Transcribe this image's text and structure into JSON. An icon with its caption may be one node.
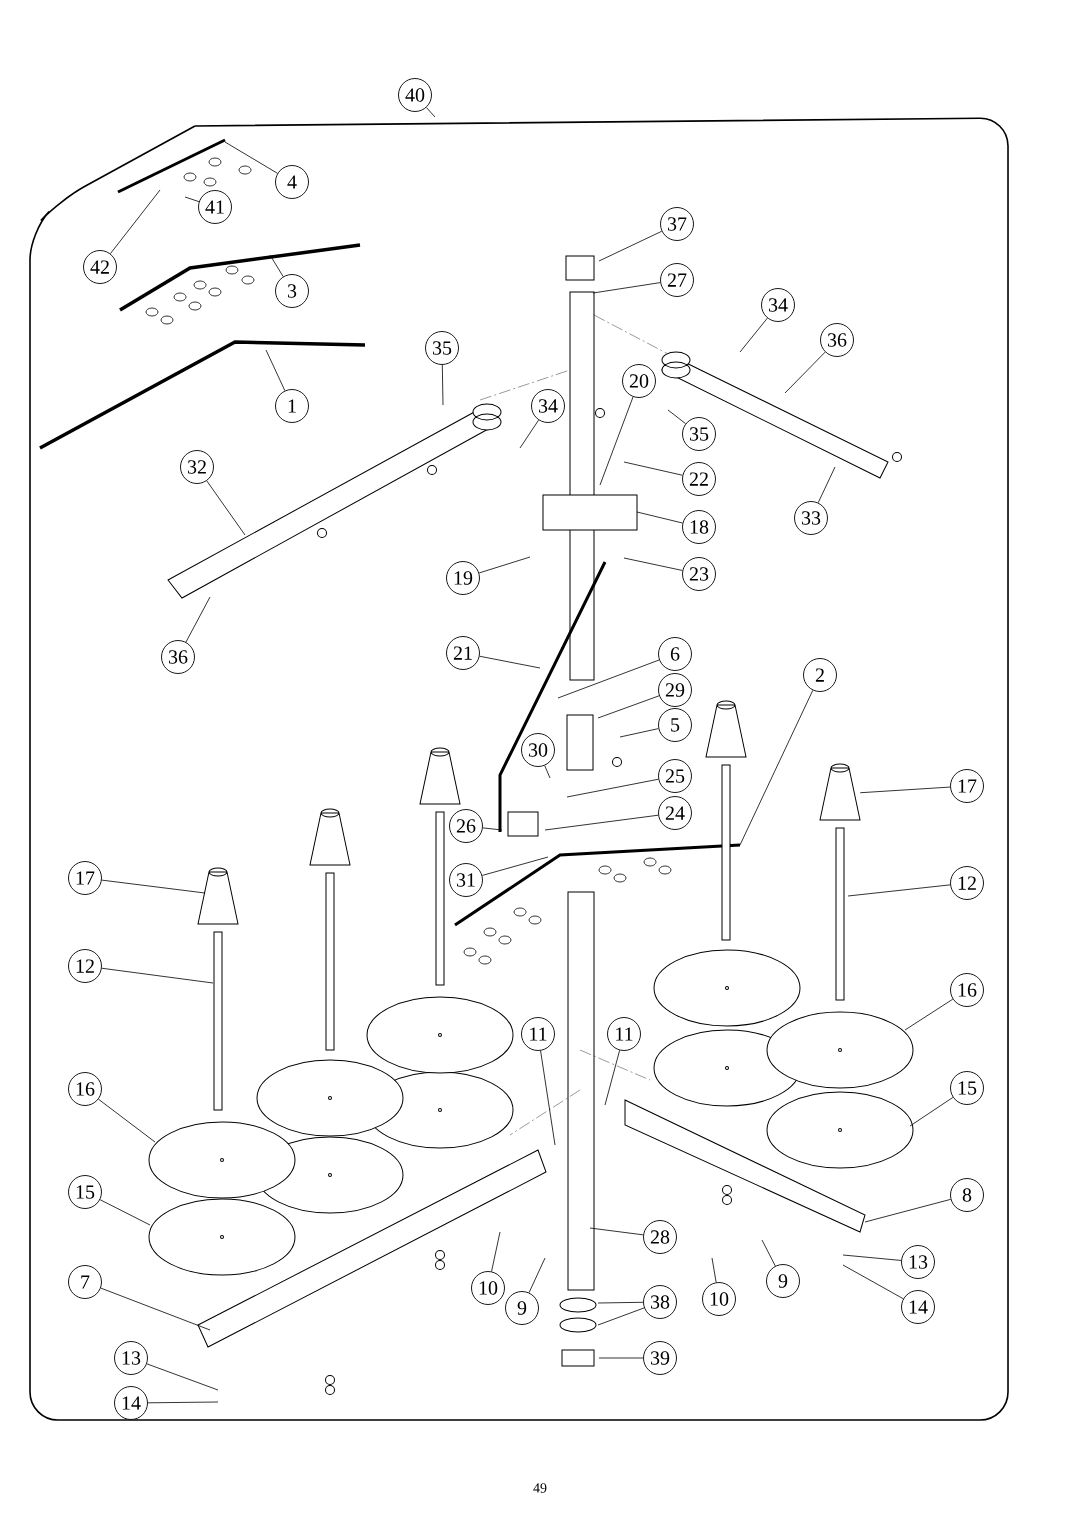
{
  "diagram": {
    "nodes": [
      {
        "text": [
          "40"
        ]
      },
      {
        "text": [
          "4"
        ]
      },
      {
        "text": [
          "41"
        ]
      },
      {
        "text": [
          "42"
        ]
      },
      {
        "text": [
          "3"
        ]
      },
      {
        "text": [
          "1"
        ]
      },
      {
        "text": [
          "35"
        ]
      },
      {
        "text": [
          "34"
        ]
      },
      {
        "text": [
          "32"
        ]
      },
      {
        "text": [
          "36"
        ]
      },
      {
        "text": [
          "37"
        ]
      },
      {
        "text": [
          "27"
        ]
      },
      {
        "text": [
          "34"
        ]
      },
      {
        "text": [
          "36"
        ]
      },
      {
        "text": [
          "20"
        ]
      },
      {
        "text": [
          "35"
        ]
      },
      {
        "text": [
          "22"
        ]
      },
      {
        "text": [
          "18"
        ]
      },
      {
        "text": [
          "23"
        ]
      },
      {
        "text": [
          "33"
        ]
      },
      {
        "text": [
          "19"
        ]
      },
      {
        "text": [
          "21"
        ]
      },
      {
        "text": [
          "6"
        ]
      },
      {
        "text": [
          "29"
        ]
      },
      {
        "text": [
          "5"
        ]
      },
      {
        "text": [
          "2"
        ]
      },
      {
        "text": [
          "30"
        ]
      },
      {
        "text": [
          "25"
        ]
      },
      {
        "text": [
          "24"
        ]
      },
      {
        "text": [
          "26"
        ]
      },
      {
        "text": [
          "31"
        ]
      },
      {
        "text": [
          "17"
        ]
      },
      {
        "text": [
          "17"
        ]
      },
      {
        "text": [
          "12"
        ]
      },
      {
        "text": [
          "12"
        ]
      },
      {
        "text": [
          "16"
        ]
      },
      {
        "text": [
          "16"
        ]
      },
      {
        "text": [
          "15"
        ]
      },
      {
        "text": [
          "15"
        ]
      },
      {
        "text": [
          "11"
        ]
      },
      {
        "text": [
          "11"
        ]
      },
      {
        "text": [
          "8"
        ]
      },
      {
        "text": [
          "28"
        ]
      },
      {
        "text": [
          "10"
        ]
      },
      {
        "text": [
          "9"
        ]
      },
      {
        "text": [
          "10"
        ]
      },
      {
        "text": [
          "9"
        ]
      },
      {
        "text": [
          "13"
        ]
      },
      {
        "text": [
          "14"
        ]
      },
      {
        "text": [
          "7"
        ]
      },
      {
        "text": [
          "38"
        ]
      },
      {
        "text": [
          "39"
        ]
      },
      {
        "text": [
          "13"
        ]
      },
      {
        "text": [
          "14"
        ]
      },
      {
        "text": [],
        "shape": "cone"
      }
    ],
    "edges": [
      {
        "from": 0,
        "to": null,
        "arrow": "none"
      },
      {
        "from": 1,
        "to": null,
        "arrow": "none"
      },
      {
        "from": 2,
        "to": null,
        "arrow": "none"
      },
      {
        "from": 3,
        "to": null,
        "arrow": "none"
      },
      {
        "from": 4,
        "to": null,
        "arrow": "none"
      },
      {
        "from": 5,
        "to": null,
        "arrow": "none"
      },
      {
        "from": 6,
        "to": null,
        "arrow": "none"
      },
      {
        "from": 7,
        "to": null,
        "arrow": "none"
      },
      {
        "from": 8,
        "to": null,
        "arrow": "none"
      },
      {
        "from": 9,
        "to": null,
        "arrow": "none"
      },
      {
        "from": 10,
        "to": null,
        "arrow": "none"
      },
      {
        "from": 11,
        "to": null,
        "arrow": "none"
      },
      {
        "from": 12,
        "to": null,
        "arrow": "none"
      },
      {
        "from": 13,
        "to": null,
        "arrow": "none"
      },
      {
        "from": 14,
        "to": null,
        "arrow": "none"
      },
      {
        "from": 15,
        "to": null,
        "arrow": "none"
      },
      {
        "from": 16,
        "to": null,
        "arrow": "none"
      },
      {
        "from": 17,
        "to": null,
        "arrow": "none"
      },
      {
        "from": 18,
        "to": null,
        "arrow": "none"
      },
      {
        "from": 19,
        "to": null,
        "arrow": "none"
      },
      {
        "from": 20,
        "to": null,
        "arrow": "none"
      },
      {
        "from": 21,
        "to": null,
        "arrow": "none"
      },
      {
        "from": 22,
        "to": null,
        "arrow": "none"
      },
      {
        "from": 23,
        "to": null,
        "arrow": "none"
      },
      {
        "from": 24,
        "to": null,
        "arrow": "none"
      },
      {
        "from": 25,
        "to": null,
        "arrow": "none"
      },
      {
        "from": 26,
        "to": null,
        "arrow": "none"
      },
      {
        "from": 27,
        "to": null,
        "arrow": "none"
      },
      {
        "from": 28,
        "to": null,
        "arrow": "none"
      },
      {
        "from": 29,
        "to": null,
        "arrow": "none"
      },
      {
        "from": 30,
        "to": null,
        "arrow": "none"
      },
      {
        "from": 31,
        "to": 54,
        "arrow": "none"
      },
      {
        "from": 32,
        "to": null,
        "arrow": "none"
      },
      {
        "from": 33,
        "to": null,
        "arrow": "none"
      },
      {
        "from": 34,
        "to": null,
        "arrow": "none"
      },
      {
        "from": 35,
        "to": null,
        "arrow": "none"
      },
      {
        "from": 36,
        "to": null,
        "arrow": "none"
      },
      {
        "from": 37,
        "to": null,
        "arrow": "none"
      },
      {
        "from": 38,
        "to": null,
        "arrow": "none"
      },
      {
        "from": 39,
        "to": null,
        "arrow": "none"
      },
      {
        "from": 40,
        "to": null,
        "arrow": "none"
      },
      {
        "from": 41,
        "to": null,
        "arrow": "none"
      },
      {
        "from": 42,
        "to": null,
        "arrow": "none"
      },
      {
        "from": 43,
        "to": null,
        "arrow": "none"
      },
      {
        "from": 44,
        "to": null,
        "arrow": "none"
      },
      {
        "from": 45,
        "to": null,
        "arrow": "none"
      },
      {
        "from": 46,
        "to": null,
        "arrow": "none"
      },
      {
        "from": 47,
        "to": null,
        "arrow": "none"
      },
      {
        "from": 48,
        "to": null,
        "arrow": "none"
      },
      {
        "from": 49,
        "to": null,
        "arrow": "none"
      },
      {
        "from": 50,
        "to": null,
        "arrow": "none"
      },
      {
        "from": 51,
        "to": null,
        "arrow": "none"
      },
      {
        "from": 52,
        "to": null,
        "arrow": "none"
      },
      {
        "from": 53,
        "to": null,
        "arrow": "none"
      },
      {
        "from": 50,
        "to": null,
        "arrow": "none"
      }
    ],
    "labels": [
      "49"
    ]
  }
}
